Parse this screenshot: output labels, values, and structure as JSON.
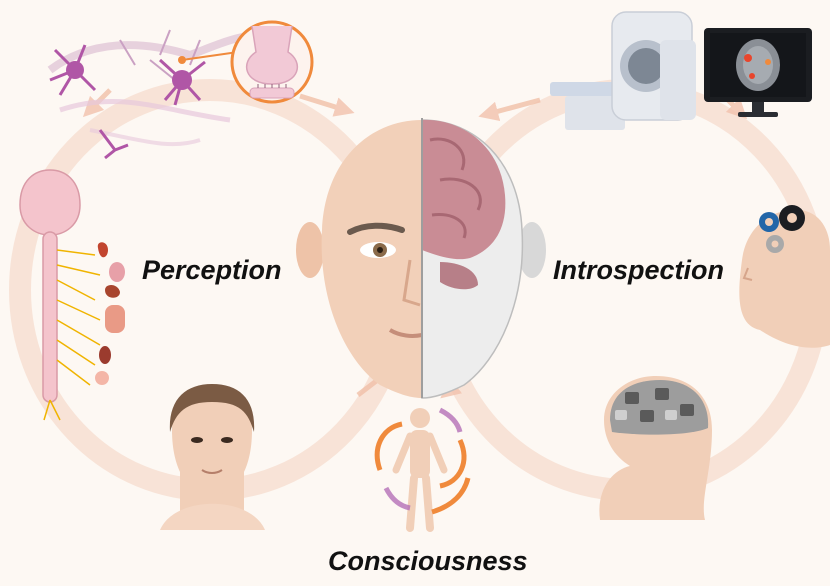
{
  "labels": {
    "perception": "Perception",
    "introspection": "Introspection",
    "consciousness": "Consciousness"
  },
  "colors": {
    "background": "#fdf8f3",
    "loop": "#f6d6c6",
    "skin": "#f1cfb8",
    "brain": "#c98c95",
    "nerve": "#f0b400",
    "arrow_orange": "#f08a3c",
    "arrow_purple": "#b46fb7",
    "neuron": "#b056a6",
    "screen": "#1b1d21",
    "text": "#111111"
  },
  "icons": [
    "neuron-network-icon",
    "synapse-icon",
    "mri-scanner-icon",
    "brain-scan-monitor-icon",
    "brain-face-icon",
    "nervous-system-icon",
    "thinking-head-gears-icon",
    "face-icon",
    "human-body-icon",
    "puzzle-brain-head-icon"
  ]
}
